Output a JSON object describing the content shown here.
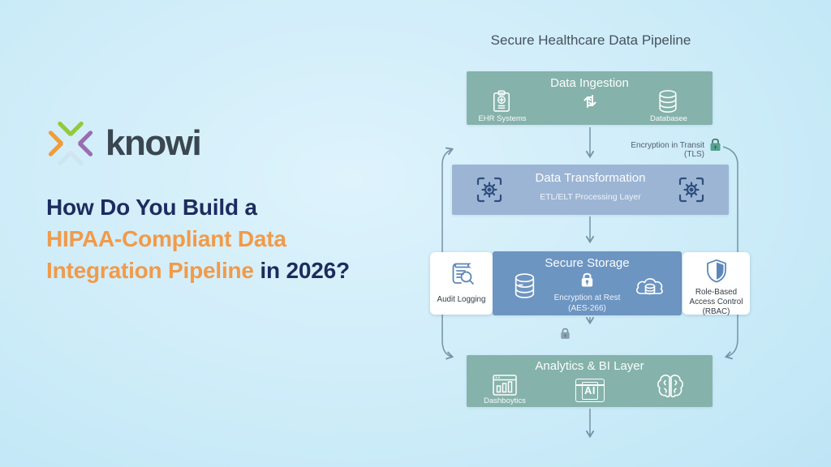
{
  "brand": {
    "logo_text": "knowi"
  },
  "headline": {
    "line1": "How Do You Build a",
    "line2": "HIPAA-Compliant Data",
    "line3_highlight": "Integration Pipeline",
    "line3_rest": " in 2026?"
  },
  "diagram": {
    "title": "Secure Healthcare Data Pipeline",
    "ingestion": {
      "title": "Data Ingestion",
      "left_label": "EHR Systems",
      "right_label": "Databasee"
    },
    "tls_label": "Encryption in Transit (TLS)",
    "transformation": {
      "title": "Data Transformation",
      "subtitle": "ETL/ELT Processing Layer"
    },
    "audit": {
      "label": "Audit Logging"
    },
    "storage": {
      "title": "Secure Storage",
      "sub1": "Encryption at Rest",
      "sub2": "(AES-266)"
    },
    "rbac": {
      "line1": "Role-Based",
      "line2": "Access Control (RBAC)"
    },
    "analytics": {
      "title": "Analytics & BI Layer",
      "left_label": "Dashboytics",
      "ai_label": "AI"
    }
  },
  "icons": {
    "logo": "four-chevron-star",
    "ingestion_left": "clipboard-medical",
    "ingestion_center": "sync-arrows",
    "ingestion_right": "database-cylinder",
    "tls": "padlock",
    "transformation": "gear-in-brackets",
    "audit": "scroll-magnifier",
    "storage_left": "database-cylinder",
    "storage_center": "padlock",
    "storage_right": "cloud-database",
    "rbac": "shield",
    "analytics_left": "dashboard-bars-window",
    "analytics_center": "ai-window",
    "analytics_right": "brain"
  },
  "colors": {
    "background_edge": "#a4d7f1",
    "background_center": "#def3fc",
    "headline_navy": "#1d2b5f",
    "headline_orange": "#f09a4a",
    "logo_text": "#3a4750",
    "logo_green": "#95c93d",
    "logo_orange": "#ef9d3c",
    "logo_purple": "#9a6db0",
    "logo_pale_blue": "#cfe6f0",
    "box_teal": "#85b3ab",
    "box_periwinkle": "#9cb5d5",
    "box_steel_blue": "#6d95c1",
    "card_white": "#ffffff",
    "card_icon_blue": "#5d87b8",
    "gear_navy": "#2f4d7d",
    "flow_line": "#7592a6",
    "tls_lock_teal": "#55a08f"
  }
}
